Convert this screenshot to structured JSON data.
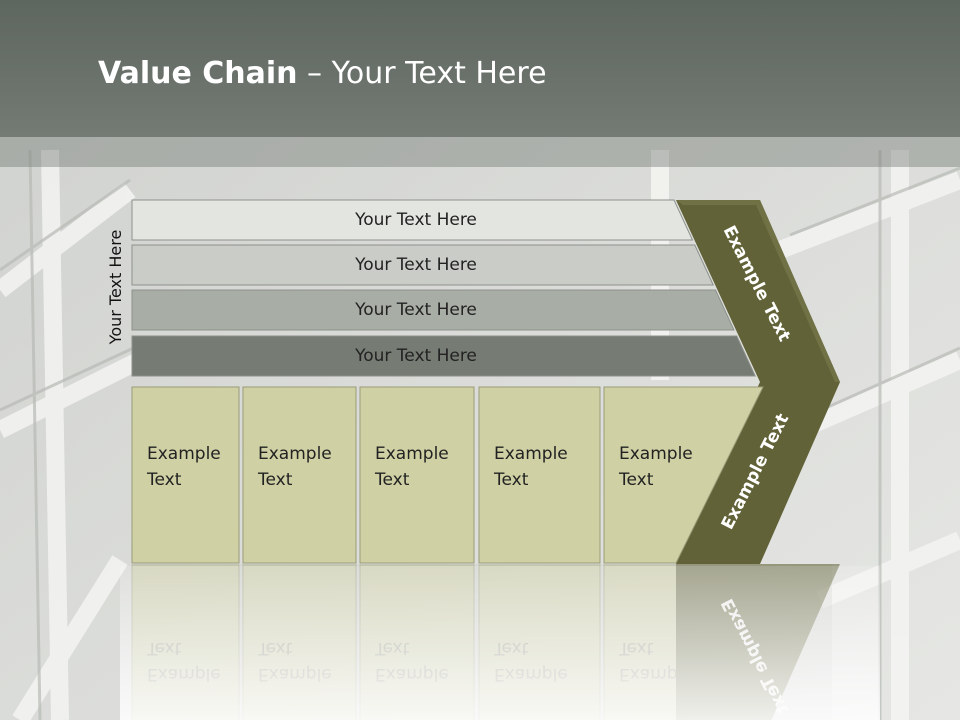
{
  "title": {
    "bold": "Value Chain",
    "rest": " – Your Text Here"
  },
  "side_label": "Your Text Here",
  "bars": [
    {
      "label": "Your Text Here",
      "color": "#e3e5e1"
    },
    {
      "label": "Your Text Here",
      "color": "#c9ccc7"
    },
    {
      "label": "Your Text Here",
      "color": "#a8ada6"
    },
    {
      "label": "Your Text Here",
      "color": "#767b74"
    }
  ],
  "cells": [
    {
      "line1": "Example",
      "line2": "Text"
    },
    {
      "line1": "Example",
      "line2": "Text"
    },
    {
      "line1": "Example",
      "line2": "Text"
    },
    {
      "line1": "Example",
      "line2": "Text"
    },
    {
      "line1": "Example",
      "line2": "Text"
    }
  ],
  "arrow_upper_label": "Example Text",
  "arrow_lower_label": "Example Text",
  "colors": {
    "cell_fill": "#cfd0a4",
    "arrow_fill": "#616237",
    "header": "#697069"
  }
}
